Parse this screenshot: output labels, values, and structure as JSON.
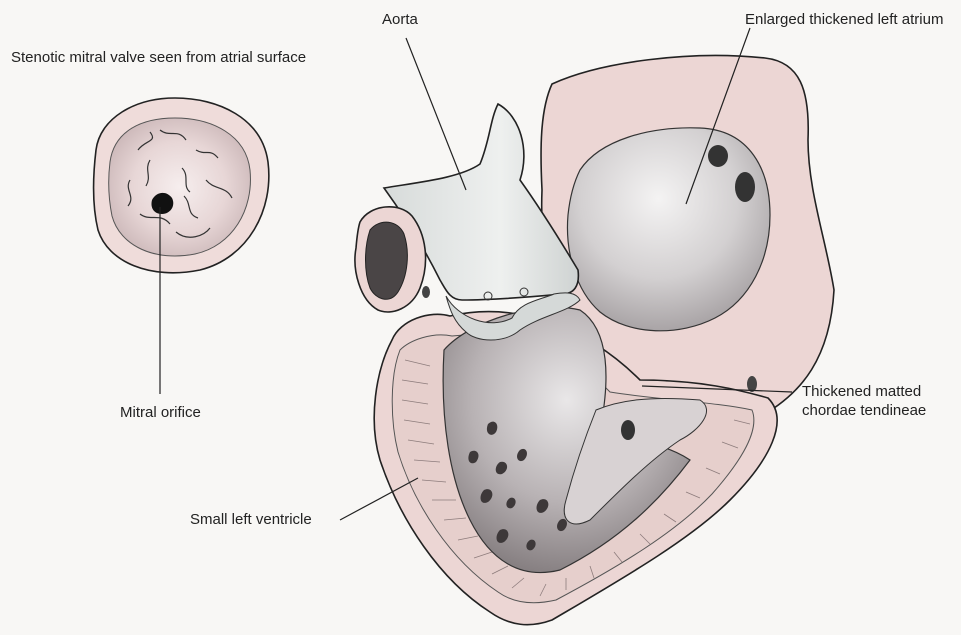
{
  "labels": {
    "valve_title": "Stenotic mitral valve seen from atrial surface",
    "mitral_orifice": "Mitral orifice",
    "aorta": "Aorta",
    "left_atrium": "Enlarged thickened left atrium",
    "chordae_line1": "Thickened matted",
    "chordae_line2": "chordae tendineae",
    "left_ventricle": "Small left ventricle"
  },
  "colors": {
    "tissue_pink": "#ecd6d4",
    "tissue_dark": "#c9b4b3",
    "aorta_gray": "#dde0df",
    "chamber_gray": "#b9b4b5",
    "outline": "#222222"
  }
}
